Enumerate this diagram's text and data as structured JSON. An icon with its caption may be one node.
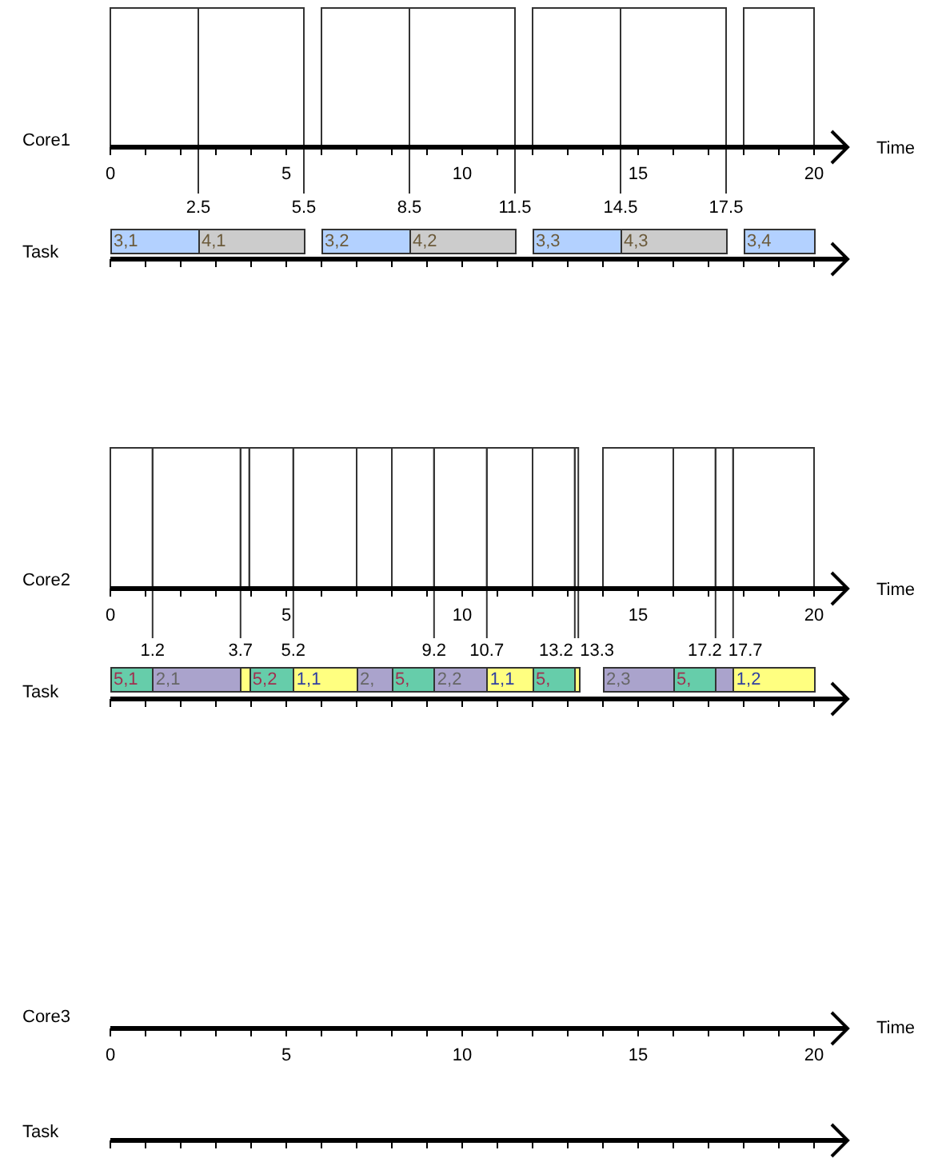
{
  "diagram": {
    "nodes": [
      {
        "text": [
          "3,1"
        ]
      },
      {
        "text": [
          "4,1"
        ]
      },
      {
        "text": [
          "3,2"
        ]
      },
      {
        "text": [
          "4,2"
        ]
      },
      {
        "text": [
          "3,3"
        ]
      },
      {
        "text": [
          "4,3"
        ]
      },
      {
        "text": [
          "3,4"
        ]
      },
      {
        "text": [
          "5,1"
        ]
      },
      {
        "text": [
          "2,1"
        ]
      },
      {
        "text": [],
        "shape": "bar"
      },
      {
        "text": [
          "5,2"
        ]
      },
      {
        "text": [
          "1,1"
        ]
      },
      {
        "text": [
          "2,"
        ]
      },
      {
        "text": [
          "5,"
        ]
      },
      {
        "text": [
          "2,2"
        ]
      },
      {
        "text": [
          "1,1"
        ]
      },
      {
        "text": [
          "5,"
        ]
      },
      {
        "text": [],
        "shape": "bar"
      },
      {
        "text": [
          "2,3"
        ]
      },
      {
        "text": [
          "5,"
        ]
      },
      {
        "text": [],
        "shape": "bar"
      },
      {
        "text": [
          "1,2"
        ]
      }
    ],
    "labels": [
      "Core1",
      "Time",
      "0",
      "5",
      "10",
      "15",
      "20",
      "2.5",
      "5.5",
      "8.5",
      "11.5",
      "14.5",
      "17.5",
      "Task",
      "Core2",
      "Time",
      "0",
      "5",
      "10",
      "15",
      "20",
      "1.2",
      "3.7",
      "5.2",
      "9.2",
      "10.7",
      "13.2",
      "13.3",
      "17.2",
      "17.7",
      "Task",
      "Core3",
      "Time",
      "0",
      "5",
      "10",
      "15",
      "20",
      "Task"
    ]
  }
}
